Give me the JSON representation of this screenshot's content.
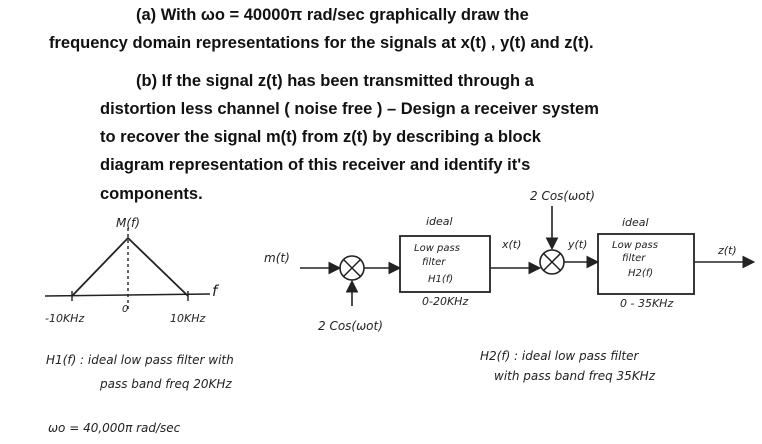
{
  "question": {
    "part_a": {
      "line1": "(a) With ωo = 40000π rad/sec graphically draw the",
      "line2": "frequency domain representations for the signals at x(t) , y(t) and z(t)."
    },
    "part_b": {
      "line1": "(b) If the signal z(t)  has been transmitted through a",
      "line2": "distortion less channel ( noise free ) – Design a receiver system",
      "line3": "to recover the signal m(t) from z(t)  by describing a block",
      "line4": "diagram representation of this receiver and identify it's",
      "line5": "components."
    }
  },
  "spectrum": {
    "y_label": "M(f)",
    "x_label": "f",
    "origin": "0",
    "left_tick": "-10KHz",
    "right_tick": "10KHz"
  },
  "receiver": {
    "input": "m(t)",
    "mixer1_osc": "2 Cos(ωot)",
    "filter1_label": [
      "ideal",
      "Low pass",
      "filter",
      "H1(f)"
    ],
    "filter1_band": "0-20KHz",
    "x_signal": "x(t)",
    "mixer2_osc": "2 Cos(ωot)",
    "y_signal": "y(t)",
    "filter2_label": [
      "ideal",
      "Low pass",
      "filter",
      "H2(f)"
    ],
    "filter2_band": "0 - 35KHz",
    "output": "z(t)"
  },
  "notes": {
    "h1_line1": "H1(f) : ideal low pass filter with",
    "h1_line2": "pass band freq 20KHz",
    "omega": "ωo = 40,000π rad/sec",
    "h2_line1": "H2(f) : ideal low pass filter",
    "h2_line2": "with pass band freq 35KHz"
  }
}
